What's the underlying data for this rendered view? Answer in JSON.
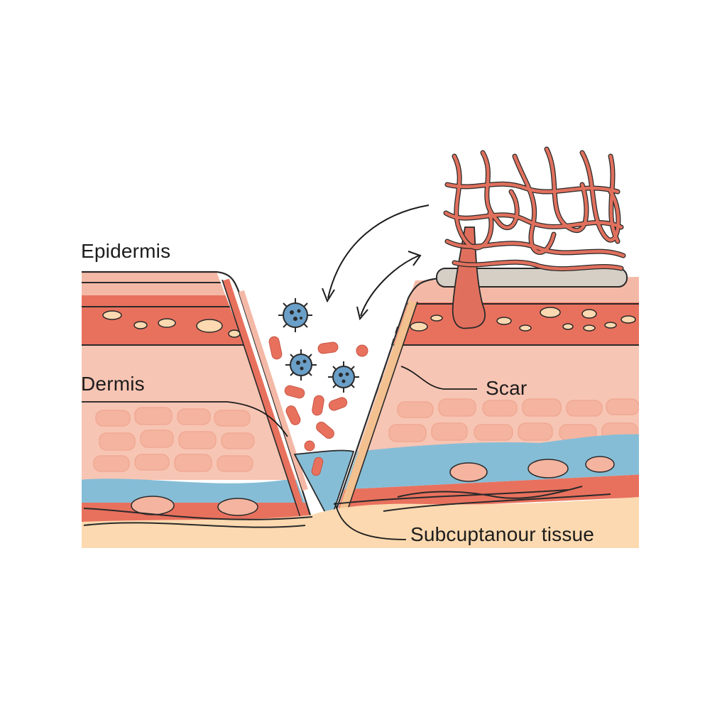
{
  "labels": {
    "epidermis": "Epidermis",
    "dermis": "Dermis",
    "scar": "Scar",
    "subcutaneous": "Subcuptanour tissue"
  },
  "colors": {
    "epidermis_band": "#f4b9a6",
    "red_band": "#e8715e",
    "dermis": "#f7c5b4",
    "fat_cells": "#f4b49f",
    "blue_layer": "#86bdd6",
    "subcutaneous": "#fcd9b0",
    "outline": "#2a2a2a",
    "scar_tissue": "#e0705d",
    "scar_plate": "#d6cfc6",
    "microbe": "#6a9fc8"
  },
  "icons": {
    "microbe": "virus-icon",
    "bacteria": "rod-bacteria-icon",
    "arrow": "curved-arrow-icon"
  }
}
